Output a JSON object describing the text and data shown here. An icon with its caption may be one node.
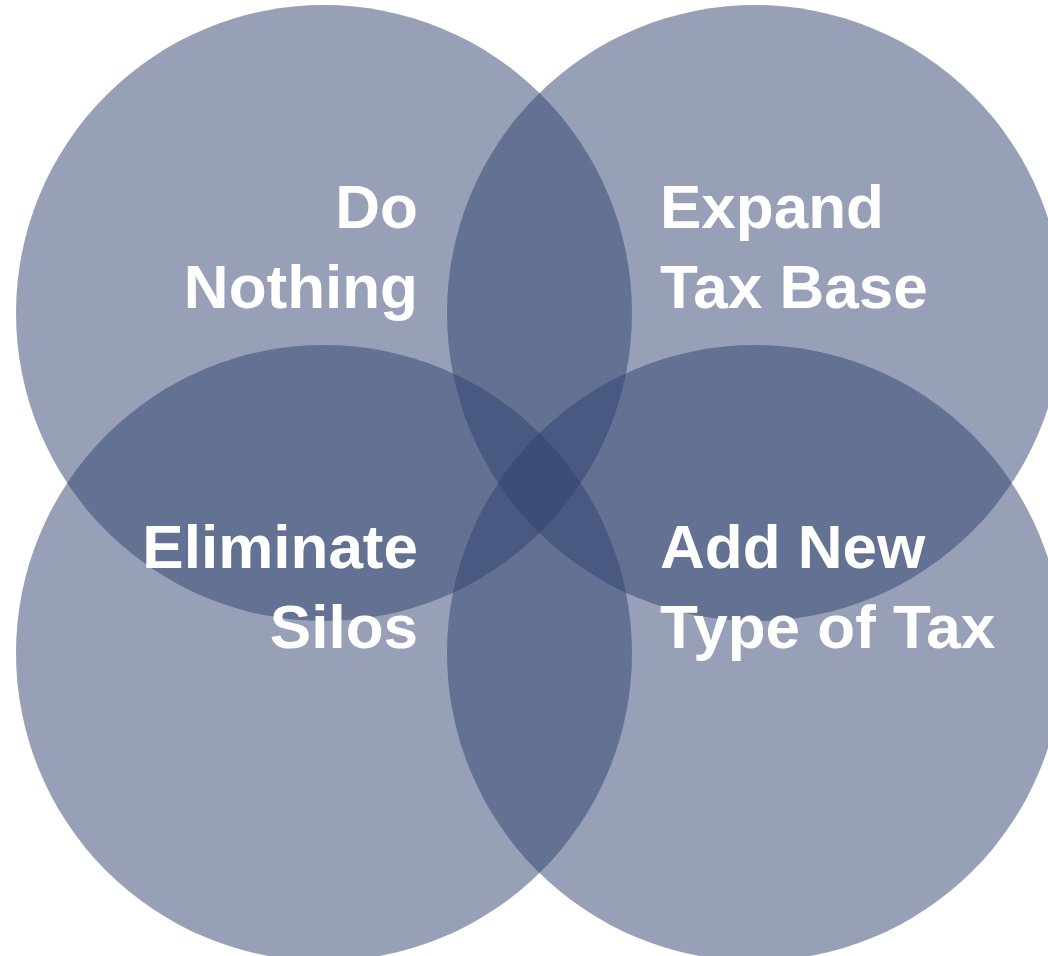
{
  "diagram": {
    "nodes": [
      {
        "text": [
          "Do Nothing"
        ]
      },
      {
        "text": [
          "Expand Tax Base"
        ]
      },
      {
        "text": [
          "Eliminate Silos"
        ]
      },
      {
        "text": [
          "Add New Type of Tax"
        ]
      }
    ]
  }
}
